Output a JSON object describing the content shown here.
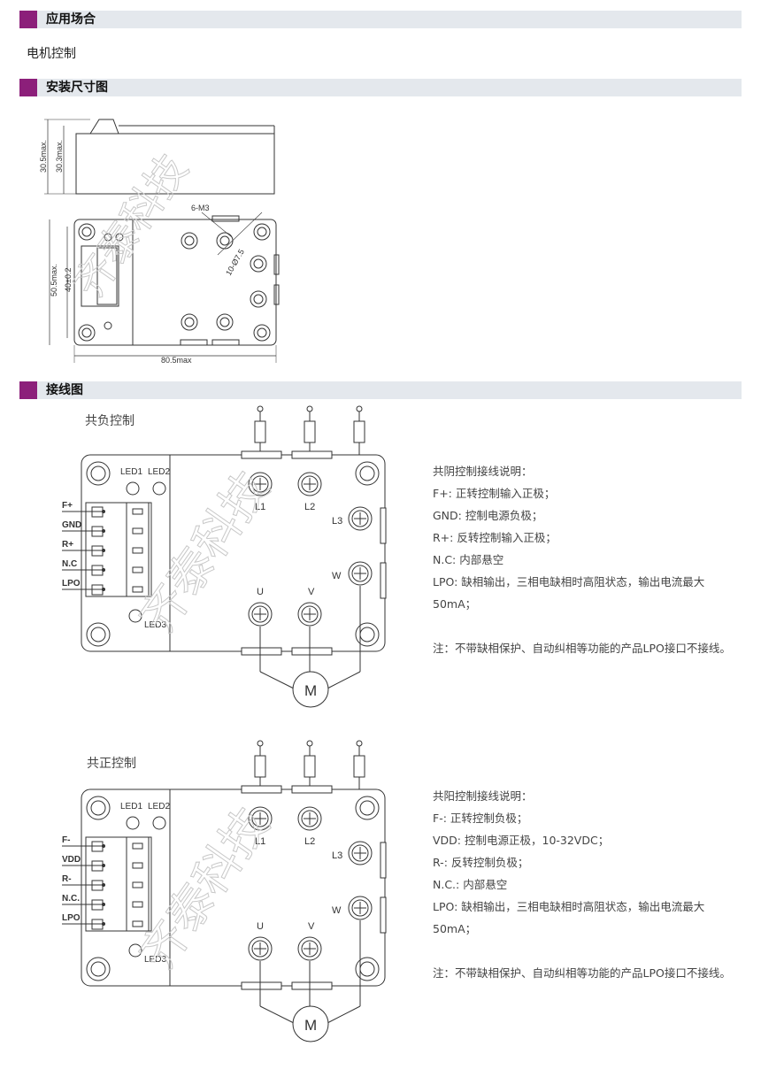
{
  "sections": {
    "application": "应用场合",
    "dimensions": "安装尺寸图",
    "wiring": "接线图"
  },
  "application_text": "电机控制",
  "dims": {
    "h1": "30.5max.",
    "h2": "30.3max.",
    "w": "80.5max",
    "v1": "50.5max.",
    "v2": "40±0.2",
    "screw": "6-M3",
    "hole": "10-Ø7.5"
  },
  "watermark": "齐泰科技",
  "diagram1": {
    "title": "共负控制",
    "pins": [
      "F+",
      "GND",
      "R+",
      "N.C",
      "LPO"
    ],
    "leds": [
      "LED1",
      "LED2",
      "LED3"
    ],
    "terminals": [
      "L1",
      "L2",
      "L3",
      "W",
      "U",
      "V"
    ],
    "motor": "M",
    "notes": [
      "共阴控制接线说明：",
      "F+: 正转控制输入正极；",
      "GND: 控制电源负极；",
      "R+: 反转控制输入正极；",
      "N.C: 内部悬空",
      "LPO: 缺相输出，三相电缺相时高阻状态，输出电流最大",
      "50mA；",
      "",
      "注：不带缺相保护、自动纠相等功能的产品LPO接口不接线。"
    ]
  },
  "diagram2": {
    "title": "共正控制",
    "pins": [
      "F-",
      "VDD",
      "R-",
      "N.C.",
      "LPO"
    ],
    "leds": [
      "LED1",
      "LED2",
      "LED3"
    ],
    "terminals": [
      "L1",
      "L2",
      "L3",
      "W",
      "U",
      "V"
    ],
    "motor": "M",
    "notes": [
      "共阳控制接线说明：",
      "F-: 正转控制负极；",
      "VDD: 控制电源正极，10-32VDC；",
      "R-: 反转控制负极；",
      "N.C.: 内部悬空",
      "LPO: 缺相输出，三相电缺相时高阻状态，输出电流最大",
      "50mA；",
      "",
      "注：不带缺相保护、自动纠相等功能的产品LPO接口不接线。"
    ]
  }
}
